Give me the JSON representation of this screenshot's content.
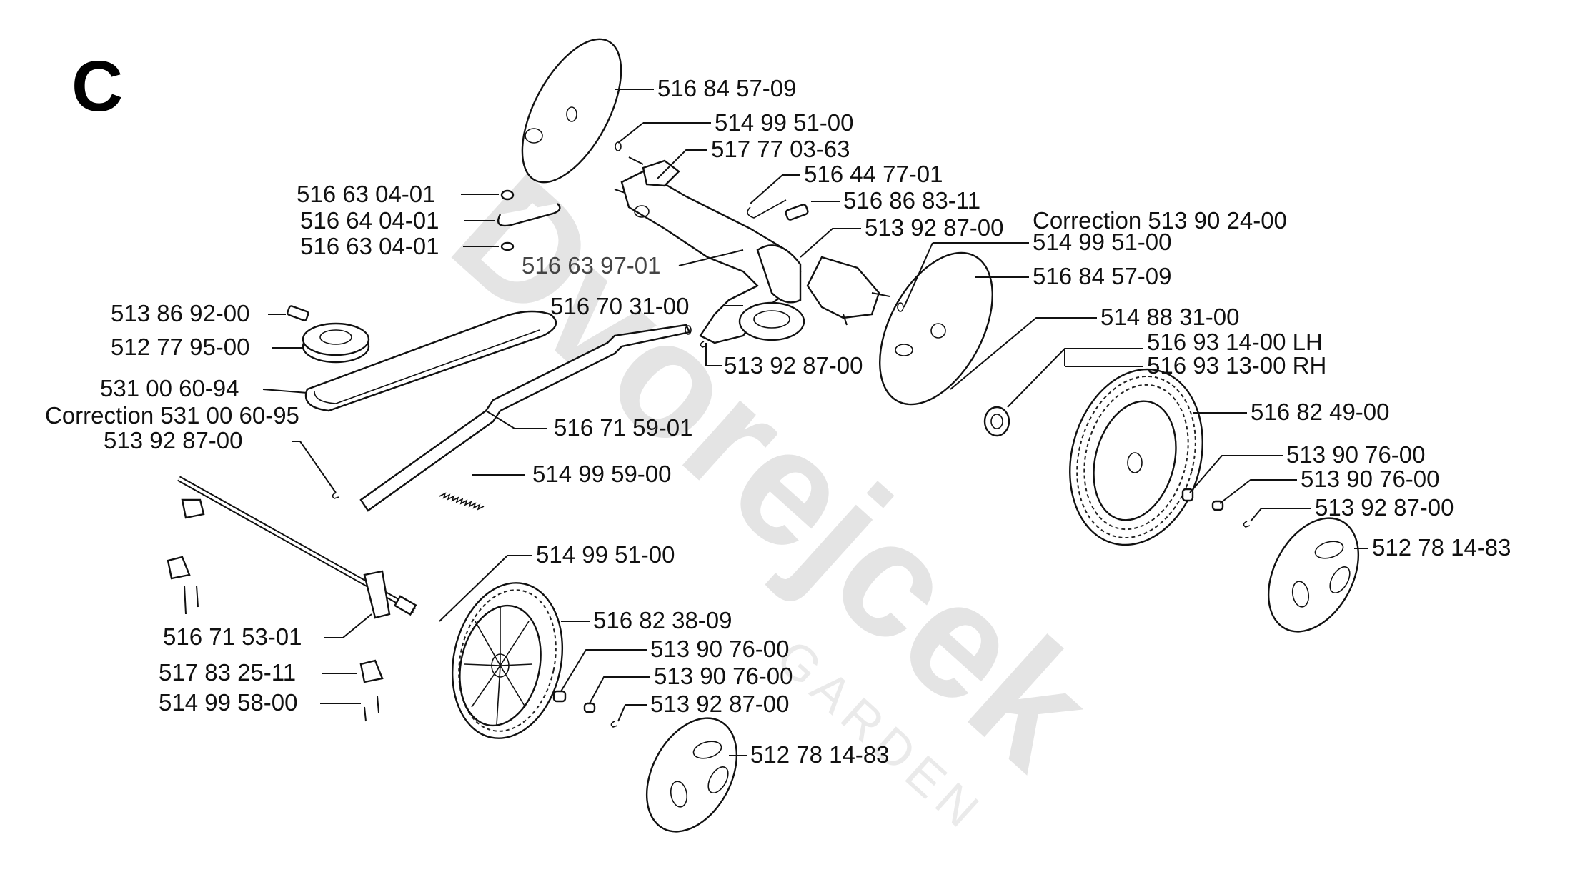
{
  "section_letter": "C",
  "watermark": {
    "main": "Dvorejcek",
    "sub": "GARDEN"
  },
  "labels": [
    "516 84 57-09",
    "514 99 51-00",
    "517 77 03-63",
    "516 44 77-01",
    "516 86 83-11",
    "516 63 04-01",
    "516 64 04-01",
    "516 63 04-01",
    "513 92 87-00",
    "Correction 513 90 24-00",
    "514 99 51-00",
    "516 63 97-01",
    "516 84 57-09",
    "516 70 31-00",
    "514 88 31-00",
    "516 93 14-00 LH",
    "516 93 13-00 RH",
    "513 92 87-00",
    "513 86 92-00",
    "512 77 95-00",
    "531 00 60-94",
    "Correction 531 00 60-95",
    "513 92 87-00",
    "516 71 59-01",
    "514 99 59-00",
    "516 82 49-00",
    "513 90 76-00",
    "513 90 76-00",
    "513 92 87-00",
    "512 78 14-83",
    "514 99 51-00",
    "516 82 38-09",
    "516 71 53-01",
    "513 90 76-00",
    "517 83 25-11",
    "513 90 76-00",
    "514 99 58-00",
    "513 92 87-00",
    "512 78 14-83"
  ]
}
